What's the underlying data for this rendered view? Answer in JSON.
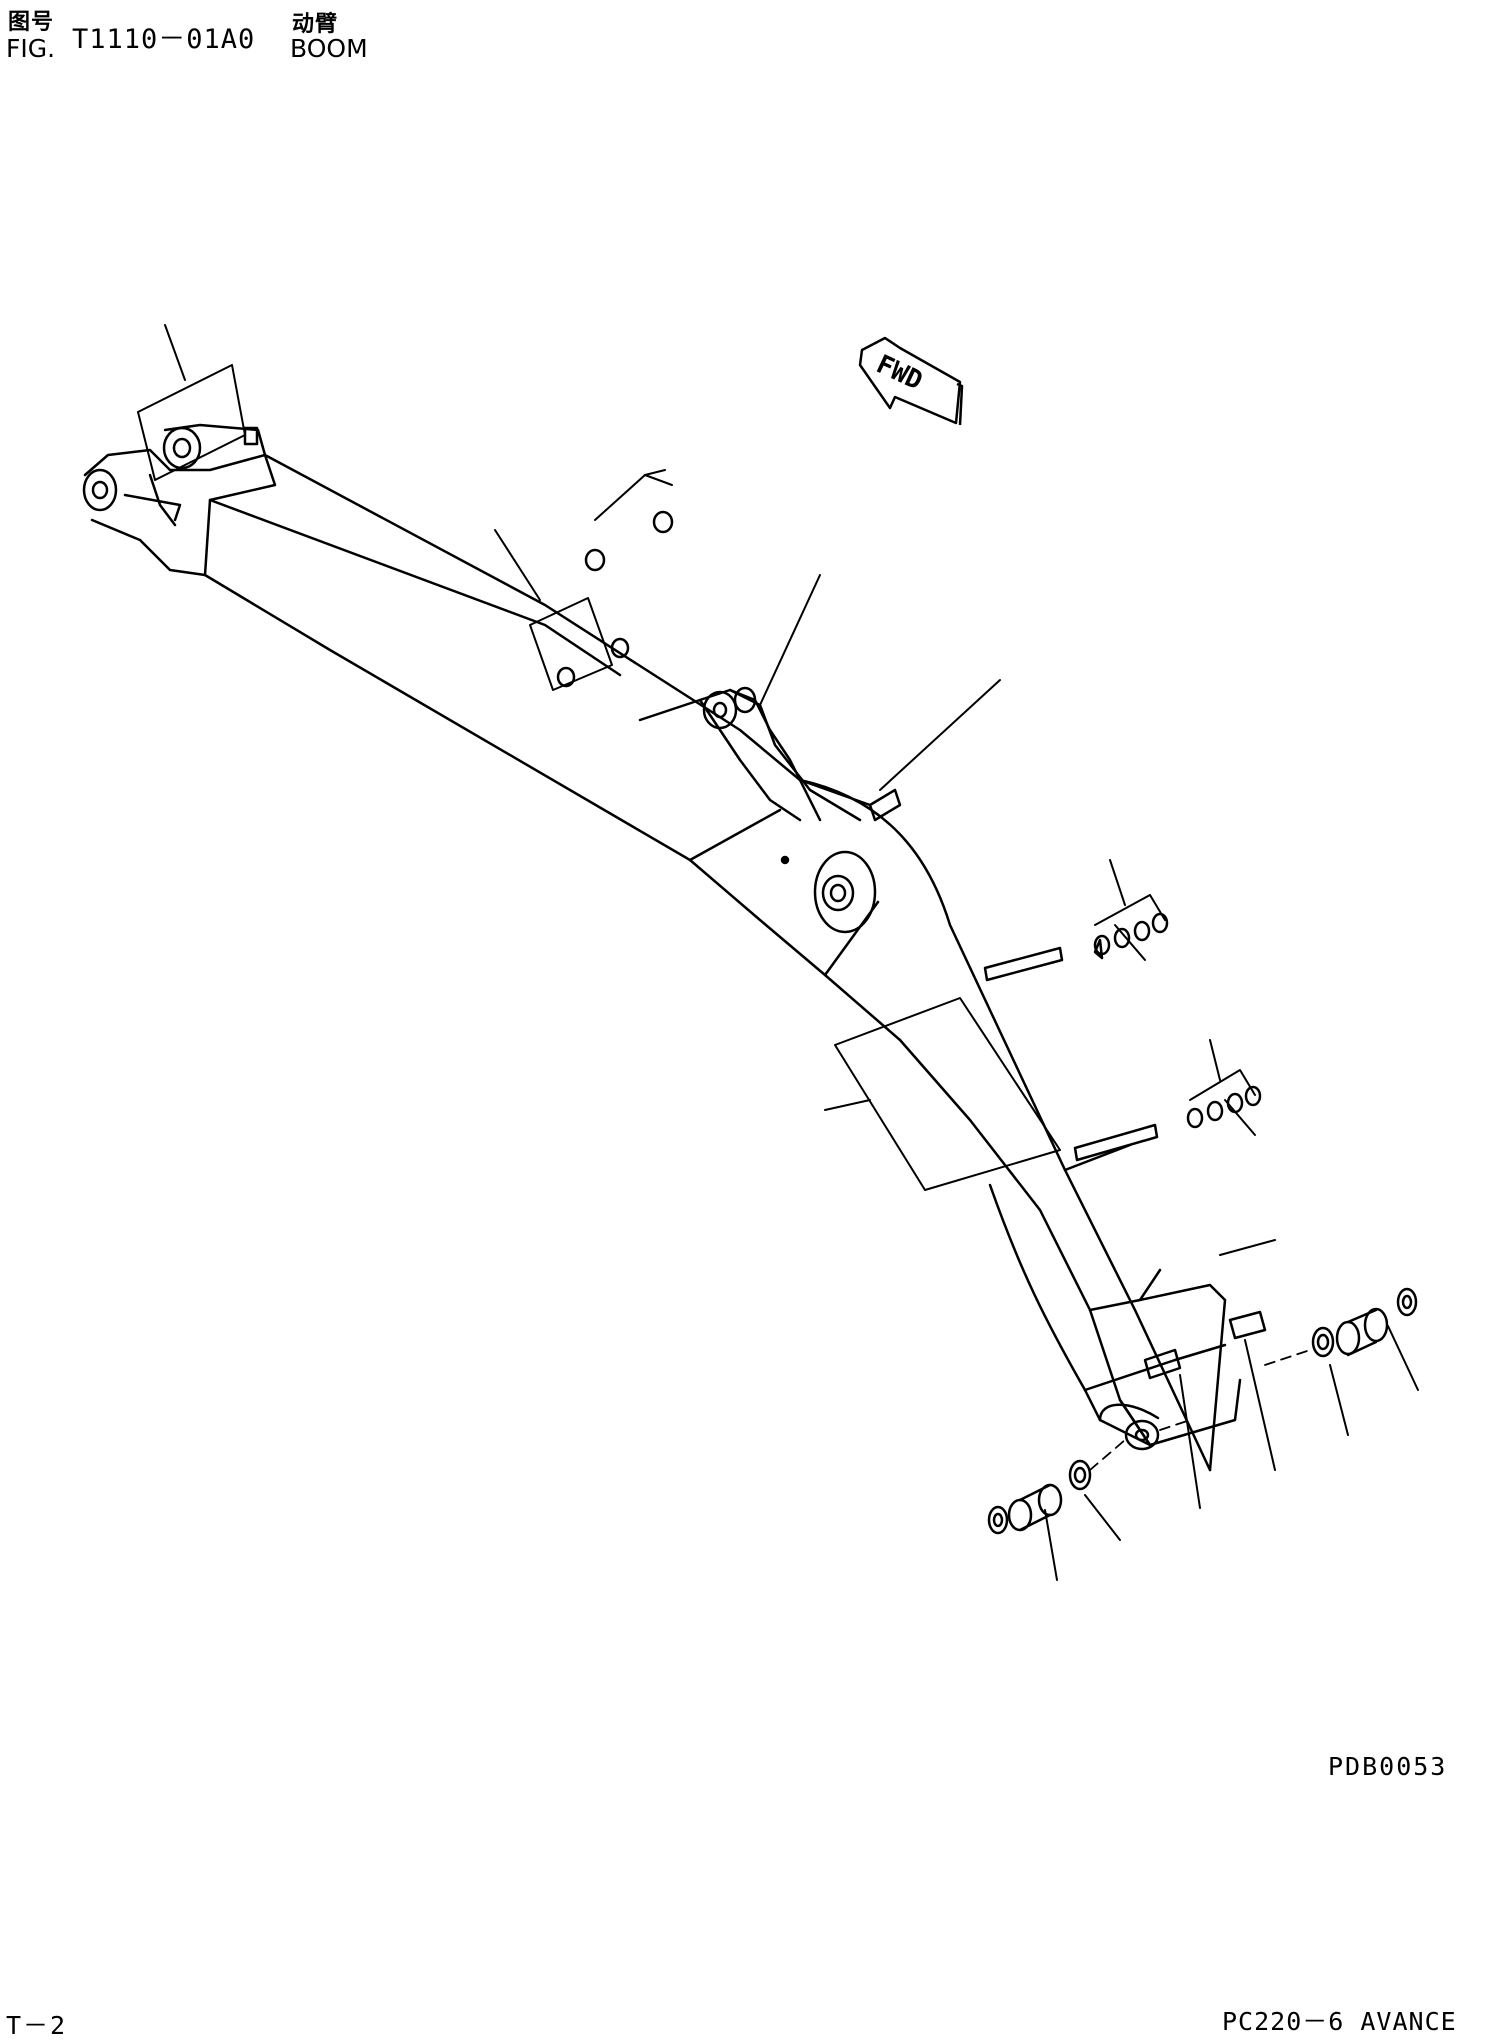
{
  "header": {
    "fig_label_cjk": "图号",
    "fig_label": "FIG.",
    "fig_number": "T1110－01A0",
    "title_cjk": "动臂",
    "title": "BOOM"
  },
  "diagram": {
    "direction_marker": "FWD"
  },
  "footer": {
    "illustration_code": "PDB0053",
    "page_number": "T－2",
    "model": "PC220－6 AVANCE"
  }
}
